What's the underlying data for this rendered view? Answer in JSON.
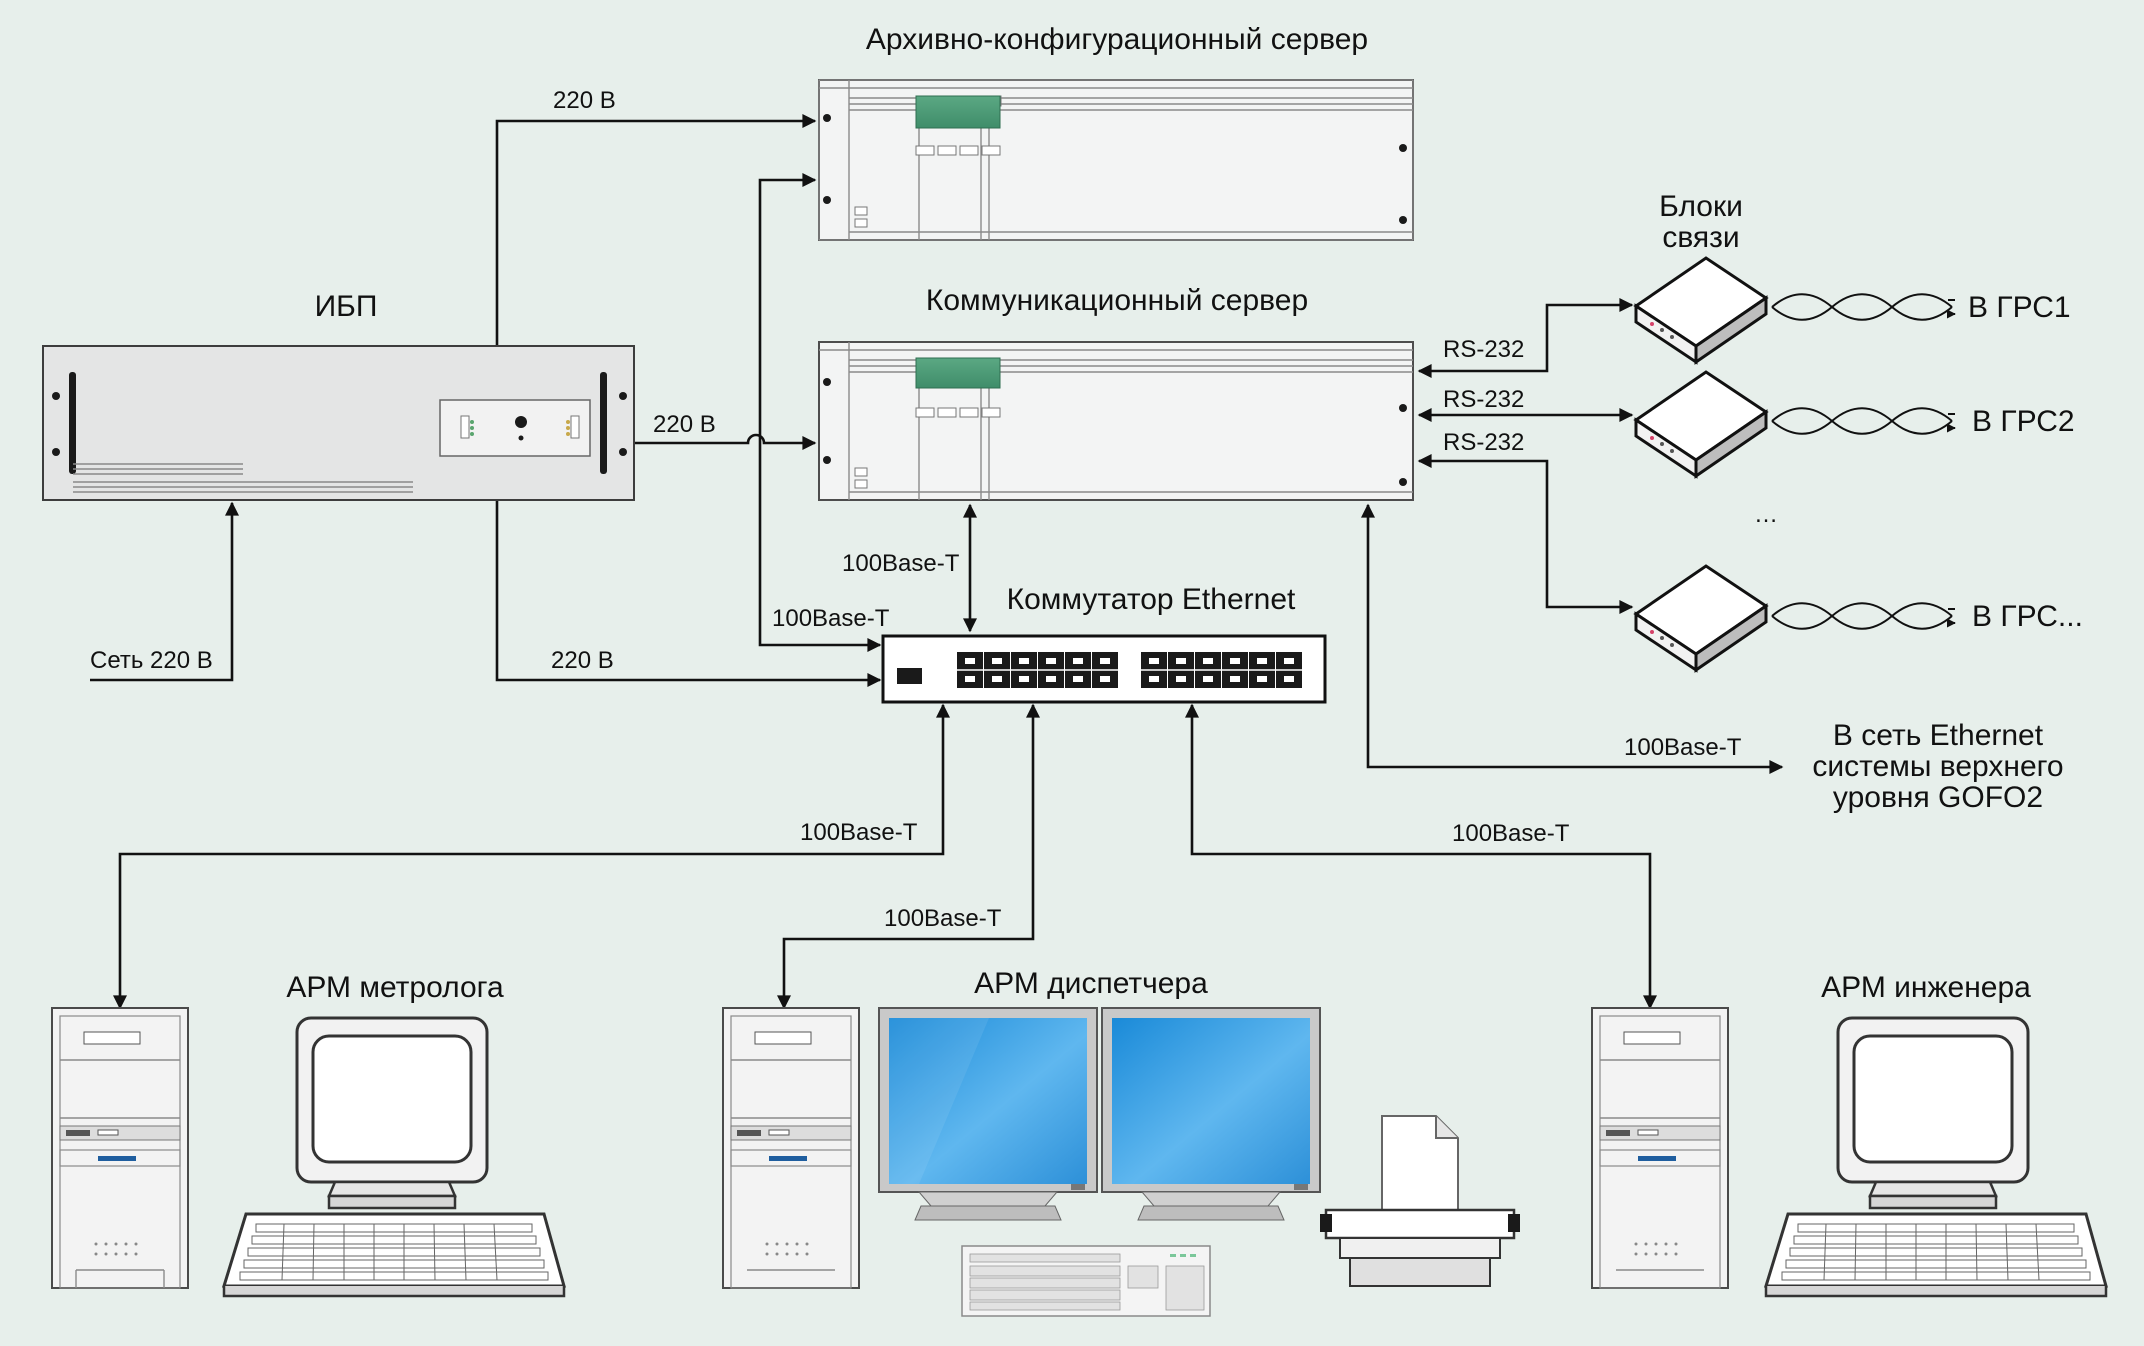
{
  "colors": {
    "background": "#e7efeb",
    "line": "#111111",
    "server_display": "#4f9b76",
    "monitor_screen": "#2f9fe0"
  },
  "devices": {
    "archive_server": {
      "label": "Архивно-конфигурационный сервер",
      "icon": "rack-server-icon"
    },
    "comm_server": {
      "label": "Коммуникационный сервер",
      "icon": "rack-server-icon"
    },
    "ups": {
      "label": "ИБП",
      "icon": "ups-icon"
    },
    "switch": {
      "label": "Коммутатор Ethernet",
      "icon": "network-switch-icon"
    },
    "comm_units": {
      "label_line1": "Блоки",
      "label_line2": "связи",
      "icon": "modem-icon",
      "dests": [
        "В ГРС1",
        "В ГРС2",
        "В ГРС..."
      ],
      "ellipsis": "…"
    },
    "ws_metrologist": {
      "label": "АРМ метролога",
      "icon": "workstation-icon"
    },
    "ws_dispatcher": {
      "label": "АРМ диспетчера",
      "icon": "dual-monitor-workstation-icon"
    },
    "ws_engineer": {
      "label": "АРМ инженера",
      "icon": "workstation-icon"
    },
    "printer": {
      "icon": "printer-icon"
    }
  },
  "links": {
    "ups_to_archive": "220 В",
    "ups_to_comm": "220 В",
    "ups_to_switch": "220 В",
    "mains_in": "Сеть 220 В",
    "rs232_1": "RS-232",
    "rs232_2": "RS-232",
    "rs232_3": "RS-232",
    "comm_to_switch": "100Base-T",
    "archive_to_switch": "100Base-T",
    "upper_link": "100Base-T",
    "to_metrologist": "100Base-T",
    "to_dispatcher": "100Base-T",
    "to_engineer": "100Base-T"
  },
  "upper_network": {
    "line1": "В сеть Ethernet",
    "line2": "системы верхнего",
    "line3": "уровня GOFO2"
  }
}
